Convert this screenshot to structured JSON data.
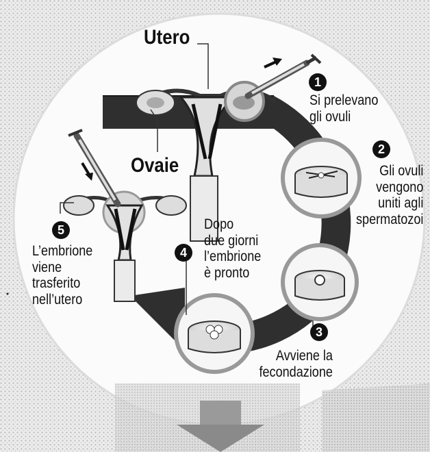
{
  "labels": {
    "uterus": "Utero",
    "ovaries": "Ovaie"
  },
  "steps": [
    {
      "number": "1",
      "text": "Si prelevano\ngli ovuli"
    },
    {
      "number": "2",
      "text": "Gli ovuli\nvengono\nuniti agli\nspermatozoi"
    },
    {
      "number": "3",
      "text": "Avviene la\nfecondazione"
    },
    {
      "number": "4",
      "text": "Dopo\ndue giorni\nl’embrione\nè pronto"
    },
    {
      "number": "5",
      "text": "L’embrione\nviene\ntrasferito\nnell’utero"
    }
  ],
  "icons": [
    "syringe-icon",
    "cycle-arrow-icon",
    "petri-dish-icon",
    "uterus-icon",
    "down-arrow-icon"
  ],
  "colors": {
    "background": "#f2f2f2",
    "stipple": "#c8c8c8",
    "arrow": "#2b2b2b",
    "badge": "#111111",
    "dish": "#e6e6e6"
  }
}
